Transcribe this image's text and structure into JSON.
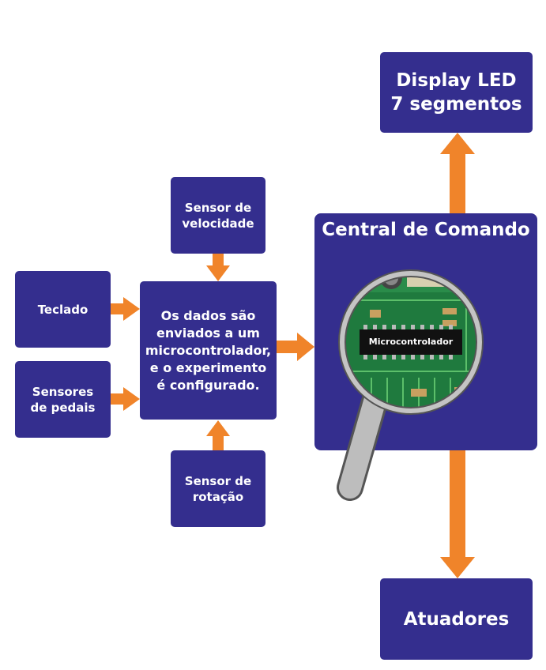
{
  "boxes": {
    "display": "Display LED\n7 segmentos",
    "sensor_velocidade": "Sensor de\nvelocidade",
    "teclado": "Teclado",
    "sensores_pedais": "Sensores\nde pedais",
    "dados": "Os dados são\nenviados a um\nmicrocontrolador,\ne o experimento\né configurado.",
    "sensor_rotacao": "Sensor de\nrotação",
    "atuadores": "Atuadores"
  },
  "central": {
    "title": "Central de Comando",
    "chip_label": "Microcontrolador"
  },
  "colors": {
    "box": "#342e8e",
    "arrow": "#f0842a",
    "board": "#1f7a3e"
  }
}
